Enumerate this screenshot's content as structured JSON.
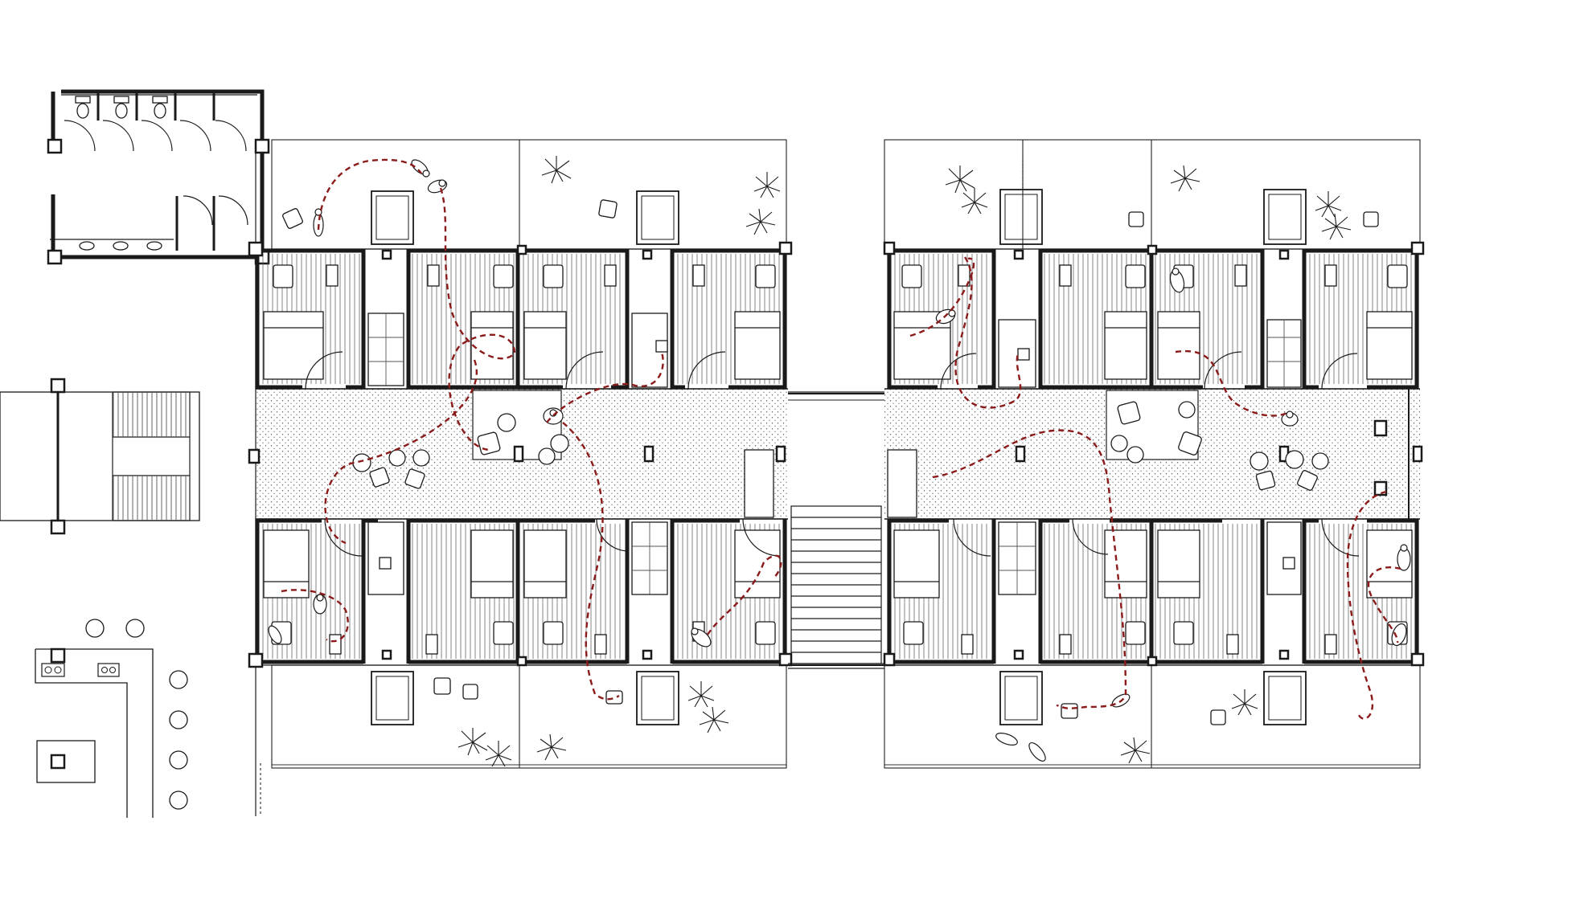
{
  "drawing": {
    "kind": "architectural floor plan",
    "printed_text": [],
    "colors": {
      "line": "#1a1a1a",
      "thin_line": "#333333",
      "path": "#8b1a1a",
      "corridor_dots": "#4d4d4d",
      "hatch": "#555555",
      "paper": "#ffffff"
    },
    "icons": [
      "chair-icon",
      "plant-icon",
      "person-icon",
      "bed-icon",
      "toilet-icon",
      "sink-icon",
      "stool-icon",
      "table-icon"
    ],
    "wings": [
      "left-wing",
      "right-wing"
    ],
    "rooms_per_wing": {
      "north": 4,
      "south": 4
    },
    "service_blocks": [
      "washroom-block",
      "stair-block",
      "kitchen-bar"
    ]
  }
}
